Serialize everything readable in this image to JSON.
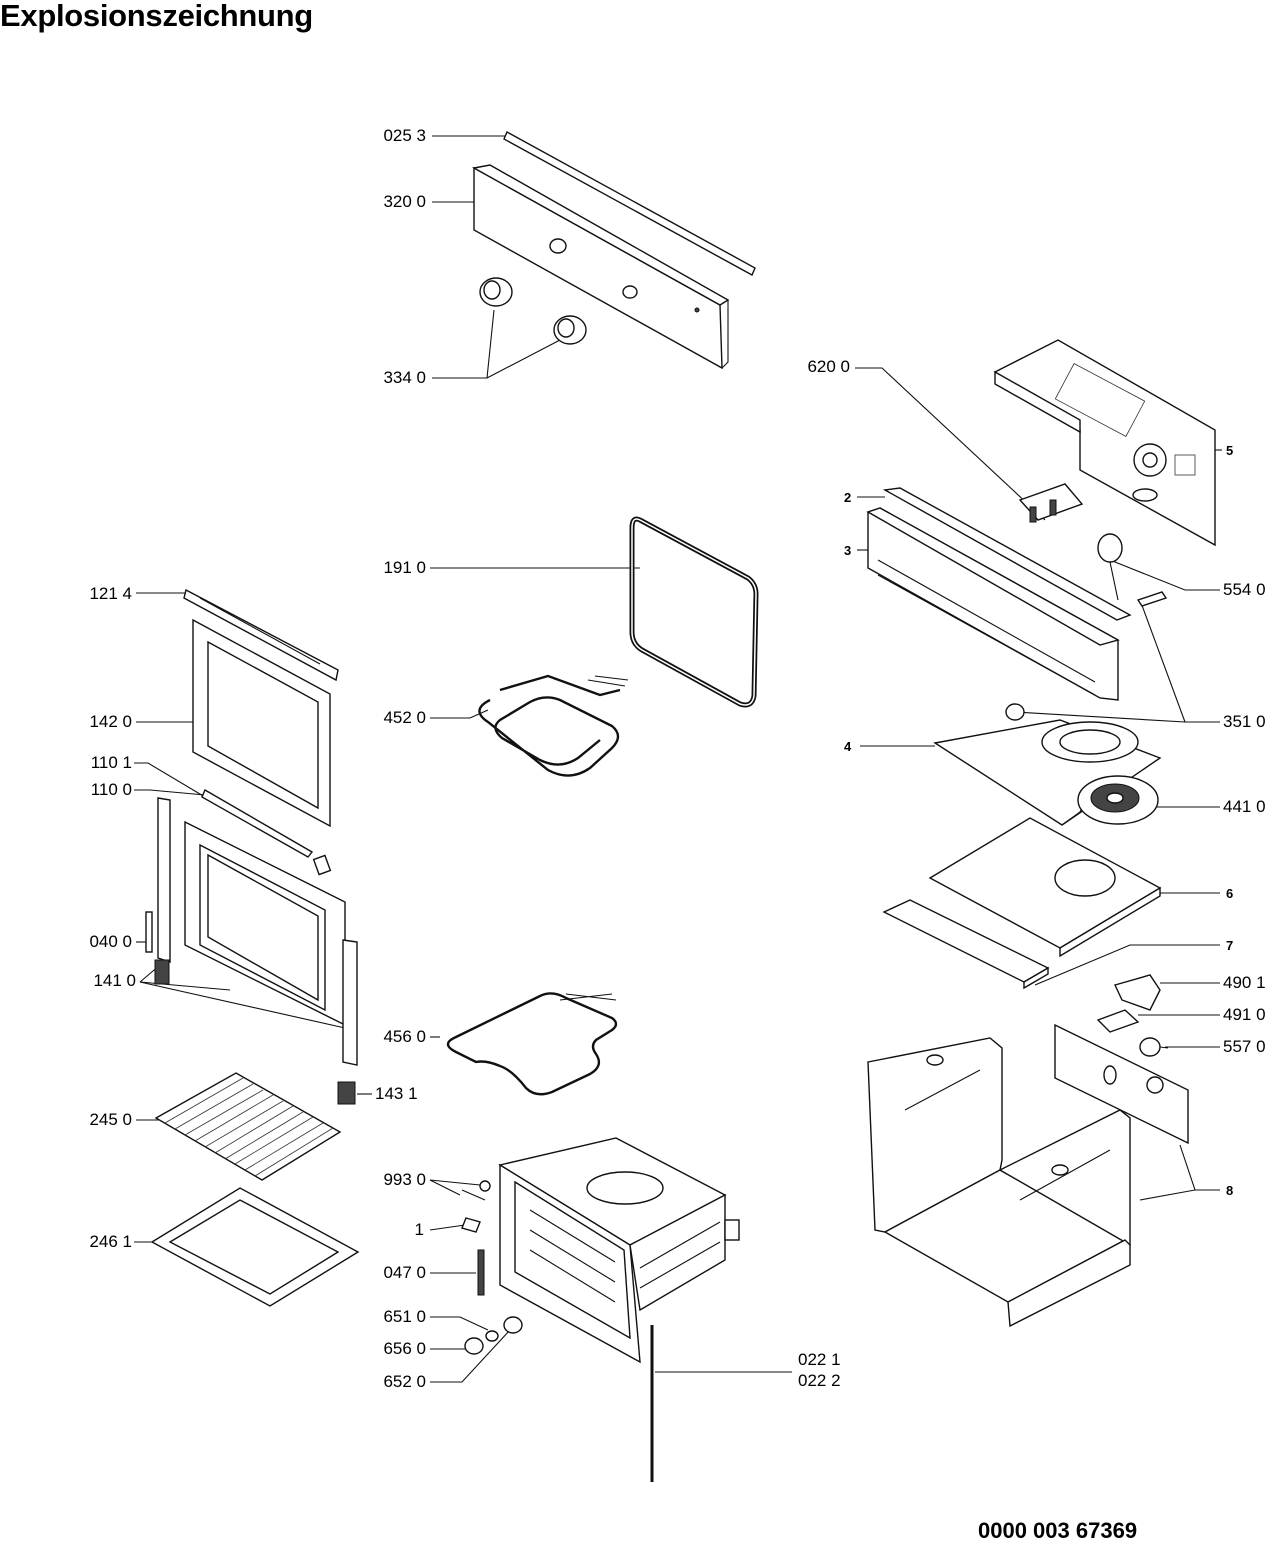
{
  "title": "Explosionszeichnung",
  "document_number": "0000 003 67369",
  "part_labels": {
    "p0253": "025 3",
    "p3200": "320 0",
    "p3340": "334 0",
    "p6200": "620 0",
    "p5": "5",
    "p2": "2",
    "p3": "3",
    "p5540": "554 0",
    "p1910": "191 0",
    "p1214": "121 4",
    "p1420": "142 0",
    "p4520": "452 0",
    "p3510": "351 0",
    "p4": "4",
    "p1101": "110 1",
    "p1100": "110 0",
    "p4410": "441 0",
    "p6": "6",
    "p0400": "040 0",
    "p7": "7",
    "p1410": "141 0",
    "p4901": "490 1",
    "p4910": "491 0",
    "p4560": "456 0",
    "p5570": "557 0",
    "p1431": "143 1",
    "p2450": "245 0",
    "p9930": "993 0",
    "p8": "8",
    "p1": "1",
    "p2461": "246 1",
    "p0470": "047 0",
    "p6510": "651 0",
    "p6560": "656 0",
    "p0221": "022 1",
    "p6520": "652 0",
    "p0222": "022 2"
  }
}
